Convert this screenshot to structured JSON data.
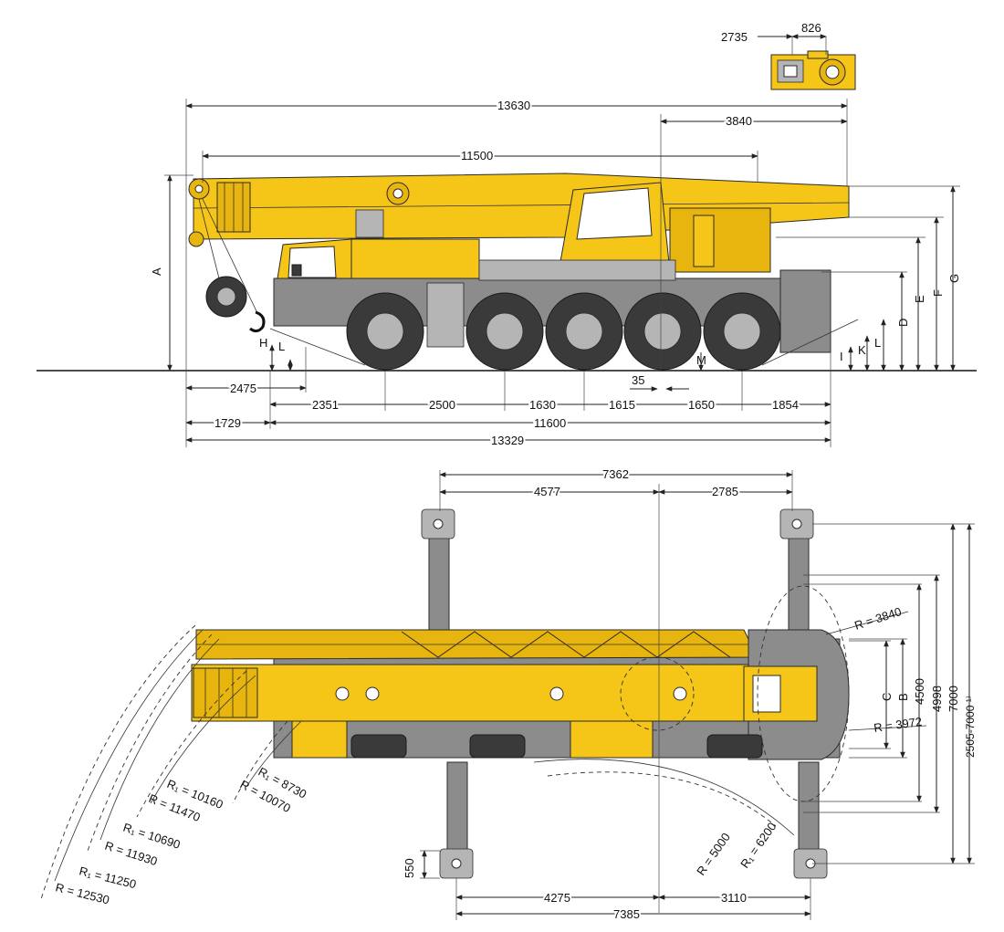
{
  "side_view": {
    "top_dims": [
      "2735",
      "826",
      "13630",
      "3840",
      "11500"
    ],
    "bottom_dims": [
      "2475",
      "2351",
      "2500",
      "1630",
      "1615",
      "1650",
      "1854",
      "1729",
      "11600",
      "13329",
      "35"
    ],
    "height_labels": [
      "A",
      "D",
      "E",
      "F",
      "G",
      "H",
      "L",
      "M",
      "I",
      "K",
      "L"
    ]
  },
  "top_view": {
    "top_dims": [
      "7362",
      "4577",
      "2785"
    ],
    "bottom_dims": [
      "4275",
      "3110",
      "7385"
    ],
    "side_dims": [
      "550"
    ],
    "right_labels": [
      "C",
      "B",
      "4500",
      "4998",
      "7000",
      "2505-7000 ¹⁾"
    ],
    "radius_labels": [
      "R = 3840",
      "R = 3972",
      "R = 5000",
      "R₁ = 6200"
    ],
    "swing_labels": [
      "R₁ = 8730",
      "R = 10070",
      "R₁ = 10160",
      "R = 11470",
      "R₁ = 10690",
      "R = 11930",
      "R₁ = 11250",
      "R = 12530"
    ]
  },
  "colors": {
    "crane_yellow": "#f5c518",
    "chassis_grey": "#8c8c8c",
    "tyre_dark": "#3a3a3a"
  }
}
